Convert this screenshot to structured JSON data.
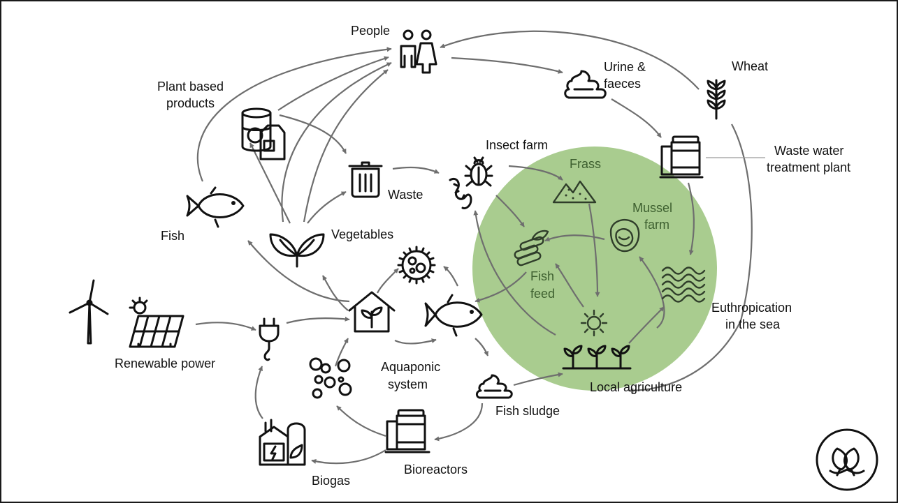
{
  "colors": {
    "circle": "#a9cc8f",
    "arrow": "#6e6e6e",
    "ink": "#111111",
    "green_text": "#3d5f2f"
  },
  "labels": {
    "people": "People",
    "urine_1": "Urine &",
    "urine_2": "faeces",
    "wheat": "Wheat",
    "plant_1": "Plant based",
    "plant_2": "products",
    "wwtp_1": "Waste water",
    "wwtp_2": "treatment plant",
    "insect_farm": "Insect farm",
    "frass": "Frass",
    "mussel_1": "Mussel",
    "mussel_2": "farm",
    "waste": "Waste",
    "fish": "Fish",
    "vegetables": "Vegetables",
    "fish_feed_1": "Fish",
    "fish_feed_2": "feed",
    "euthro_1": "Euthropication",
    "euthro_2": "in the sea",
    "renewable": "Renewable power",
    "aqua_1": "Aquaponic",
    "aqua_2": "system",
    "local_agri": "Local agriculture",
    "fish_sludge": "Fish sludge",
    "bioreactors": "Bioreactors",
    "biogas": "Biogas"
  },
  "icons": [
    "people-icon",
    "poop-icon",
    "wheat-icon",
    "canned-food-icon",
    "water-tank-icon",
    "bug-icon",
    "worm-icon",
    "sand-pile-icon",
    "mussel-icon",
    "trash-bin-icon",
    "fish-icon",
    "sprout-icon",
    "pellets-icon",
    "virus-icon",
    "greenhouse-icon",
    "waves-icon",
    "sun-icon",
    "wind-turbine-icon",
    "solar-panel-icon",
    "plug-icon",
    "bubbles-icon",
    "crops-icon",
    "biogas-plant-icon",
    "logo-icon"
  ]
}
